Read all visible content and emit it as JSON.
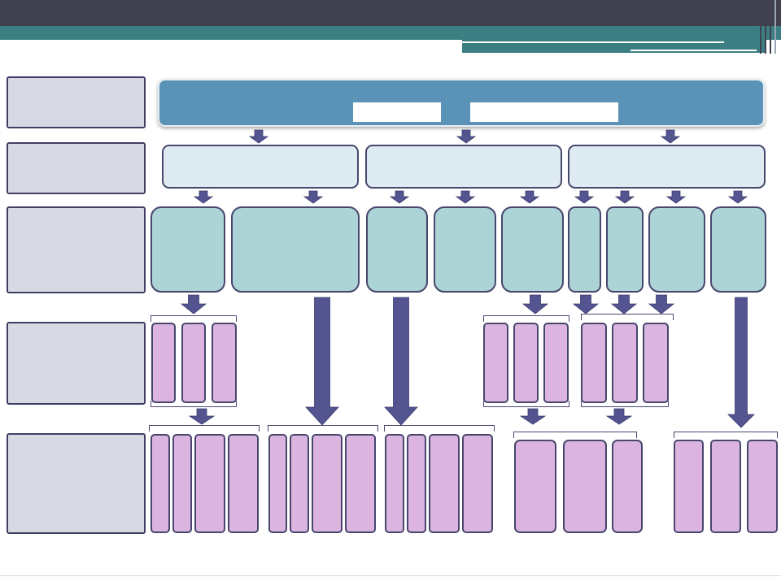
{
  "slide": {
    "title": "",
    "subtitle": ""
  },
  "colors": {
    "header_dark": "#41404f",
    "header_teal": "#3b7f82",
    "root_fill": "#5b93b8",
    "level2_fill": "#deebf2",
    "level3_fill": "#acd3d5",
    "leaf_fill": "#dbb4df",
    "row_header_fill": "#d9d9e3",
    "arrow_fill": "#535490",
    "outline": "#47476e"
  },
  "diagram": {
    "type": "hierarchy-chart",
    "levels": 5,
    "level2_nodes": 3,
    "level3_nodes": 9,
    "level4_leaf_groups": 3,
    "level5_leaf_groups": 5
  }
}
